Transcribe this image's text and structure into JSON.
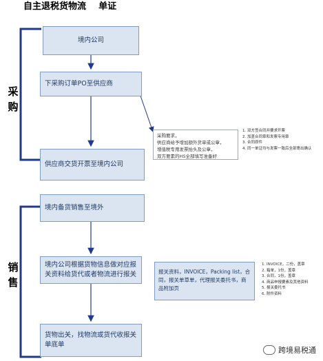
{
  "title": "自主退税货物流    单证",
  "sections": {
    "purchase": [
      "采",
      "购"
    ],
    "sales": [
      "销",
      "售"
    ]
  },
  "flow": {
    "b1": "境内公司",
    "b2": "下采购订单PO至供应商",
    "b3": "供应商交货开票至境内公司",
    "b4": "境内备货销售至境外",
    "b5": "境内公司根据货物信息做对应报关资料给货代或者物流进行报关",
    "b6": "货物出关，找物流或货代收报关单底单"
  },
  "purchase_note": [
    "采购要求，",
    "供应商给予增加额外货单或公章，",
    "增值税专用发票抬头及公章，",
    "双方要素的HS全部填写准备好"
  ],
  "purchase_list": [
    "1. 双方签合同并要求开票",
    "2. 加盖合同章和发票专用章",
    "3. 合同原件",
    "4. 同一单证均与发票一致后全部寄出确认"
  ],
  "sales_note": "报关资料，INVOICE，Packing list，合同，报关单草单，代理报关委托书，商品附加页",
  "sales_list": [
    "1. INVOICE，二份，盖章",
    "2. 箱单，1份，盖章",
    "3. 合同，1份，盖章",
    "4. 商品申报要素及其他资料",
    "5. 报关委托书",
    "6. 附件资料"
  ],
  "watermark": "跨境易税通",
  "colors": {
    "box_fill": "#dbe5f1",
    "box_border": "#7f9cc6",
    "arrow": "#1f3a8a",
    "bracket": "#1f3a8a"
  }
}
